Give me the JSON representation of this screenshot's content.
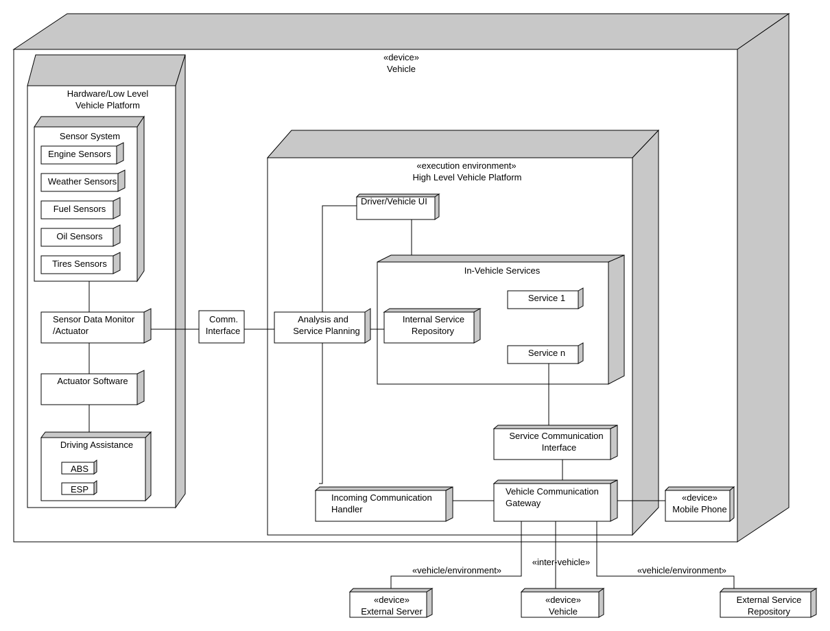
{
  "vehicle": {
    "stereotype": "«device»",
    "name": "Vehicle"
  },
  "hardware": {
    "line1": "Hardware/Low Level",
    "line2": "Vehicle Platform"
  },
  "sensor_system": {
    "title": "Sensor System",
    "items": [
      "Engine Sensors",
      "Weather Sensors",
      "Fuel Sensors",
      "Oil Sensors",
      "Tires Sensors"
    ]
  },
  "sensor_monitor": {
    "line1": "Sensor Data Monitor",
    "line2": "/Actuator"
  },
  "actuator_software": "Actuator Software",
  "driving_assistance": {
    "title": "Driving Assistance",
    "items": [
      "ABS",
      "ESP"
    ]
  },
  "comm_interface": {
    "line1": "Comm.",
    "line2": "Interface"
  },
  "high_level": {
    "stereotype": "«execution environment»",
    "name": "High Level Vehicle Platform"
  },
  "driver_ui": "Driver/Vehicle UI",
  "analysis": {
    "line1": "Analysis and",
    "line2": "Service Planning"
  },
  "in_vehicle_services": {
    "title": "In-Vehicle Services",
    "service1": "Service 1",
    "servicen": "Service n"
  },
  "internal_repo": {
    "line1": "Internal Service",
    "line2": "Repository"
  },
  "service_comm": {
    "line1": "Service Communication",
    "line2": "Interface"
  },
  "incoming_handler": {
    "line1": "Incoming Communication",
    "line2": "Handler"
  },
  "vehicle_gateway": {
    "line1": "Vehicle Communication",
    "line2": "Gateway"
  },
  "mobile_phone": {
    "stereotype": "«device»",
    "name": "Mobile Phone"
  },
  "links": {
    "vehicle_env_left": "«vehicle/environment»",
    "inter_vehicle": "«inter-vehicle»",
    "vehicle_env_right": "«vehicle/environment»"
  },
  "external_server": {
    "stereotype": "«device»",
    "name": "External Server"
  },
  "other_vehicle": {
    "stereotype": "«device»",
    "name": "Vehicle"
  },
  "external_repo": {
    "line1": "External Service",
    "line2": "Repository"
  }
}
